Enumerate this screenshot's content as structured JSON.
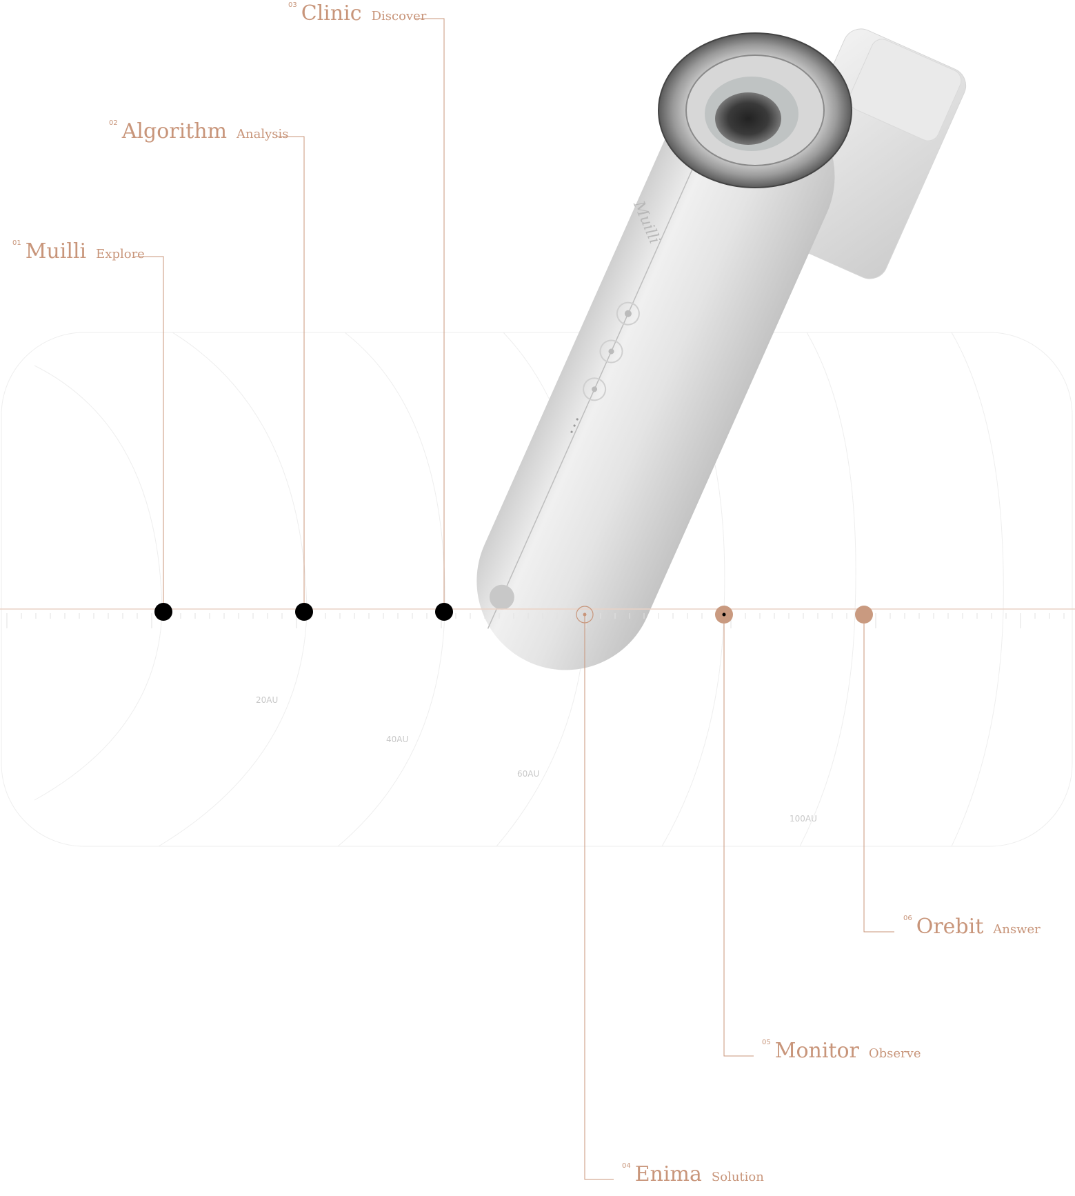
{
  "milestones": [
    {
      "num": "01",
      "name": "Muilli",
      "sub": "Explore",
      "state": "done"
    },
    {
      "num": "02",
      "name": "Algorithm",
      "sub": "Analysis",
      "state": "done"
    },
    {
      "num": "03",
      "name": "Clinic",
      "sub": "Discover",
      "state": "done"
    },
    {
      "num": "04",
      "name": "Enima",
      "sub": "Solution",
      "state": "current"
    },
    {
      "num": "05",
      "name": "Monitor",
      "sub": "Observe",
      "state": "upcoming"
    },
    {
      "num": "06",
      "name": "Orebit",
      "sub": "Answer",
      "state": "upcoming"
    }
  ],
  "scale_labels": [
    "20AU",
    "40AU",
    "60AU",
    "100AU"
  ],
  "device": {
    "brand_script": "Muilli"
  },
  "colors": {
    "accent": "#c8957a",
    "accent_fill": "#c99a80",
    "line": "#e9d2c5",
    "done_dot": "#000000",
    "grid": "#eeeeee",
    "device_body": "#e2e2e2"
  }
}
